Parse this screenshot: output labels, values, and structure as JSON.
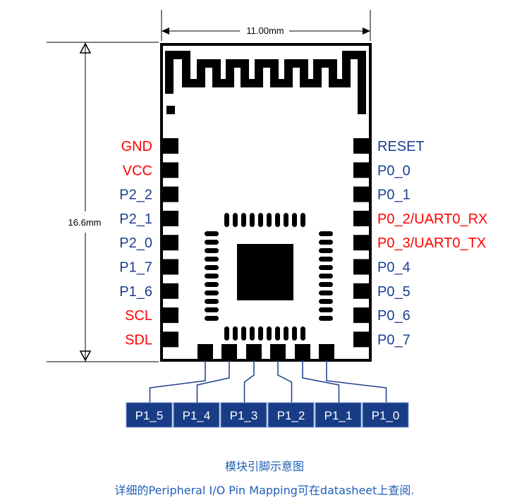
{
  "dimensions": {
    "width": "11.00mm",
    "height": "16.6mm"
  },
  "colors": {
    "power_signal": "#ff0000",
    "io_signal": "#1a3f8f",
    "pin_box": "#183c86",
    "caption": "#1f5fb7"
  },
  "left_pins": [
    {
      "label": "GND",
      "color": "red"
    },
    {
      "label": "VCC",
      "color": "red"
    },
    {
      "label": "P2_2",
      "color": "blue"
    },
    {
      "label": "P2_1",
      "color": "blue"
    },
    {
      "label": "P2_0",
      "color": "blue"
    },
    {
      "label": "P1_7",
      "color": "blue"
    },
    {
      "label": "P1_6",
      "color": "blue"
    },
    {
      "label": "SCL",
      "color": "red"
    },
    {
      "label": "SDL",
      "color": "red"
    }
  ],
  "right_pins": [
    {
      "label": "RESET",
      "color": "blue"
    },
    {
      "label": "P0_0",
      "color": "blue"
    },
    {
      "label": "P0_1",
      "color": "blue"
    },
    {
      "label": "P0_2/UART0_RX",
      "color": "red"
    },
    {
      "label": "P0_3/UART0_TX",
      "color": "red"
    },
    {
      "label": "P0_4",
      "color": "blue"
    },
    {
      "label": "P0_5",
      "color": "blue"
    },
    {
      "label": "P0_6",
      "color": "blue"
    },
    {
      "label": "P0_7",
      "color": "blue"
    }
  ],
  "bottom_pins": [
    "P1_5",
    "P1_4",
    "P1_3",
    "P1_2",
    "P1_1",
    "P1_0"
  ],
  "caption": {
    "line1": "模块引脚示意图",
    "line2": "详细的Peripheral I/O Pin Mapping可在datasheet上查阅."
  }
}
